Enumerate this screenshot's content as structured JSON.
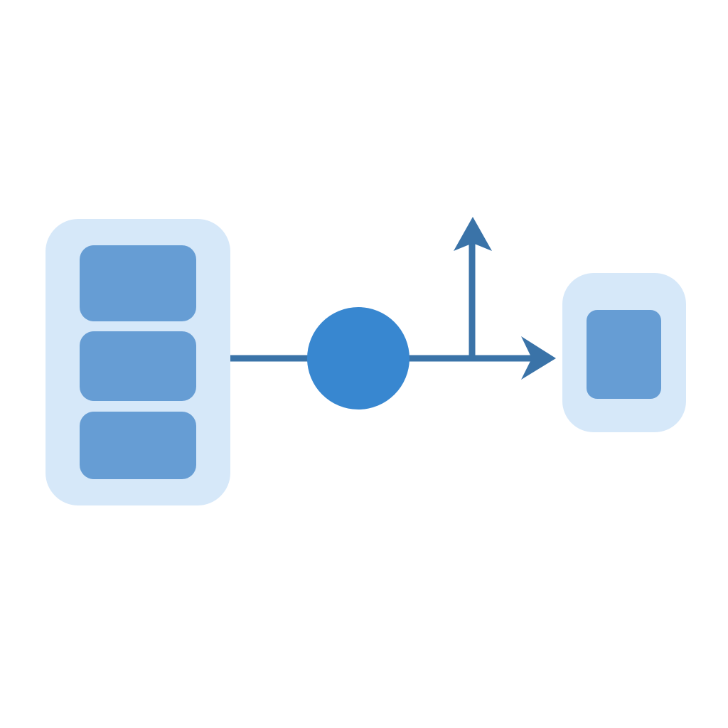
{
  "diagram": {
    "colors": {
      "background": "#ffffff",
      "container_fill": "#d6e8f9",
      "block_fill": "#669dd4",
      "connector": "#3a73a8",
      "hub_fill": "#3887d0"
    },
    "nodes": [
      {
        "id": "source-stack",
        "shape": "rounded-rect-container",
        "children": 3
      },
      {
        "id": "hub",
        "shape": "circle"
      },
      {
        "id": "target",
        "shape": "rounded-rect-container",
        "children": 1
      }
    ],
    "edges": [
      {
        "from": "source-stack",
        "to": "hub",
        "arrow": false
      },
      {
        "from": "hub",
        "to": "target",
        "arrow": true
      },
      {
        "from": "hub-line",
        "to": "up",
        "arrow": true
      }
    ]
  }
}
